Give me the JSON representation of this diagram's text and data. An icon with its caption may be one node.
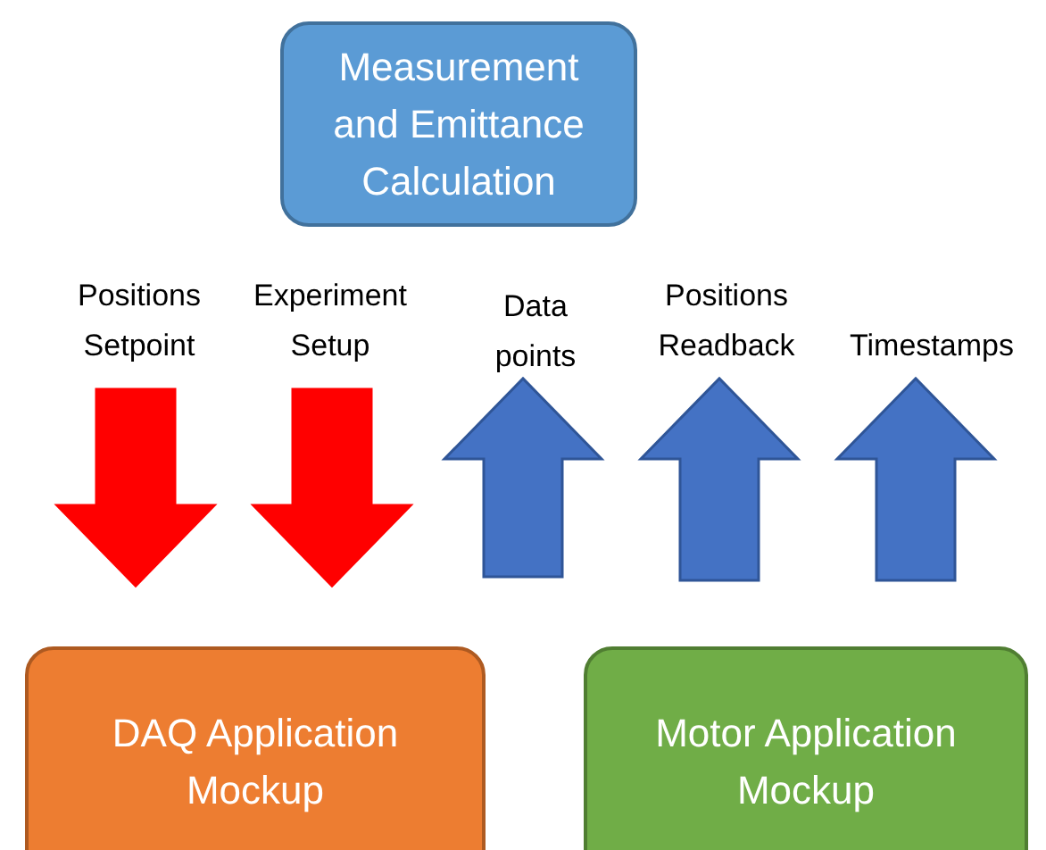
{
  "diagram": {
    "nodes": [
      {
        "text": [
          "Measurement and Emittance Calculation"
        ]
      },
      {
        "text": [
          "DAQ Application Mockup"
        ]
      },
      {
        "text": [
          "Motor Application Mockup"
        ]
      }
    ],
    "labels": [
      "Positions Setpoint",
      "Experiment Setup",
      "Data points",
      "Positions Readback",
      "Timestamps"
    ]
  }
}
